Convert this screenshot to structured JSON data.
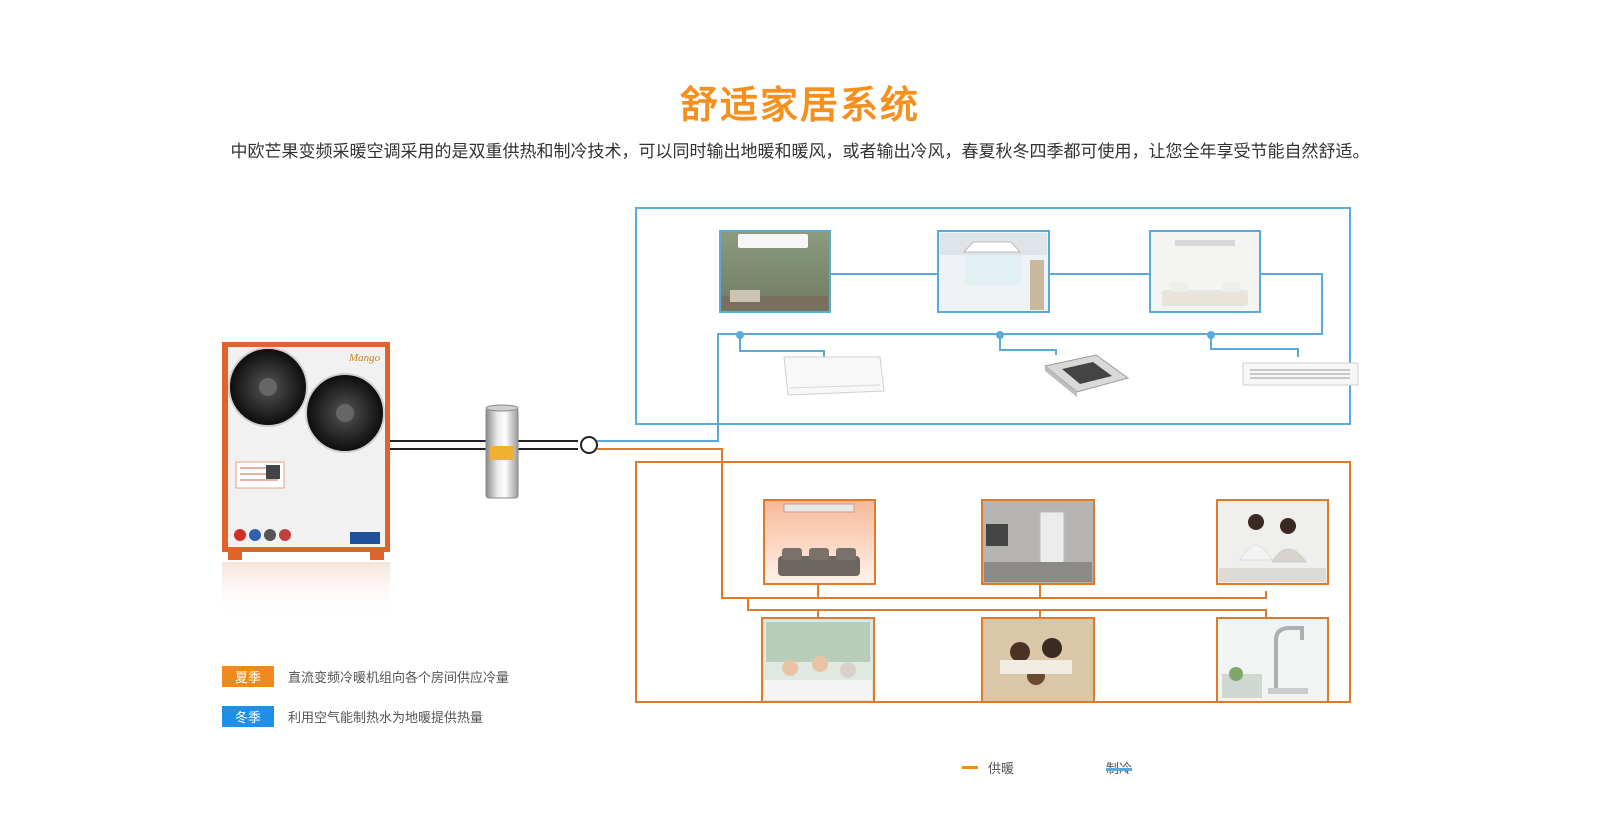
{
  "heading": {
    "title": "舒适家居系统",
    "subtitle": "中欧芒果变频采暖空调采用的是双重供热和制冷技术，可以同时输出地暖和暖风，或者输出冷风，春夏秋冬四季都可使用，让您全年享受节能自然舒适。"
  },
  "legend": [
    {
      "badge": "夏季",
      "text": "直流变频冷暖机组向各个房间供应冷量",
      "color": "#f08a1c"
    },
    {
      "badge": "冬季",
      "text": "利用空气能制热水为地暖提供热量",
      "color": "#1e90e8"
    }
  ],
  "key": [
    {
      "label": "供暖",
      "color": "#f08a1c"
    },
    {
      "label": "制冷",
      "color": "#5aa9dc"
    }
  ],
  "unit": {
    "logo": "Mango"
  },
  "colors": {
    "cooling": "#5aa9dc",
    "heating": "#e07a2b",
    "accent": "#f5901e",
    "unit_frame": "#e0632a"
  },
  "cooling_rooms": [
    "wall-mounted-ac-room",
    "cassette-ac-room",
    "duct-ac-room"
  ],
  "cooling_units": [
    "wall-mounted-indoor-unit",
    "cassette-indoor-unit",
    "duct-indoor-unit"
  ],
  "heating_rooms_top": [
    "fan-coil-heater-room",
    "radiator-room",
    "living-room-couple"
  ],
  "heating_rooms_bottom": [
    "family-bath-room",
    "family-bed-room",
    "hot-water-faucet"
  ]
}
